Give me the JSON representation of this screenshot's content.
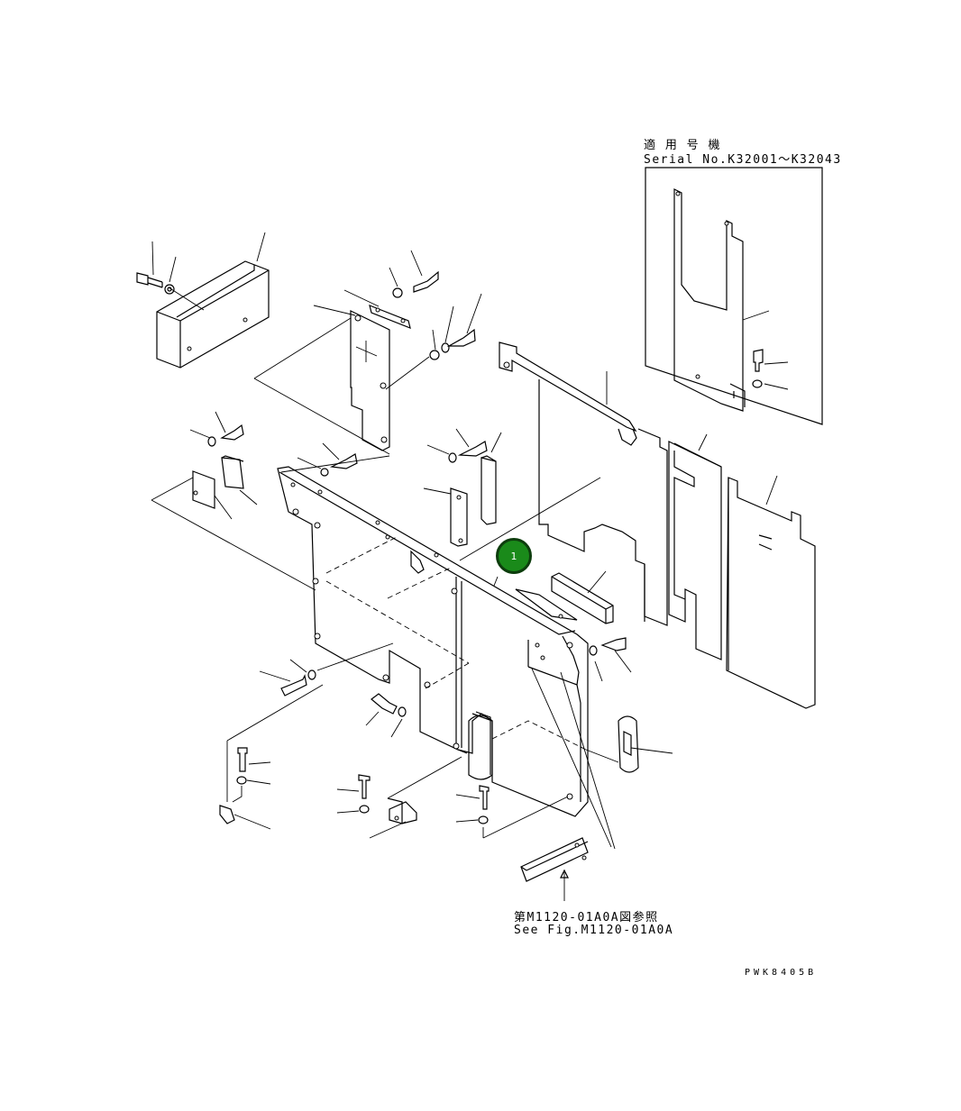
{
  "serial_note": {
    "line1": "適 用 号 機",
    "line2": "Serial No.K32001〜K32043"
  },
  "reference_note": {
    "line1": "第M1120-01A0A図参照",
    "line2": "See Fig.M1120-01A0A"
  },
  "drawing_code": "PWK8405B",
  "callouts": [
    {
      "label": "1"
    }
  ]
}
